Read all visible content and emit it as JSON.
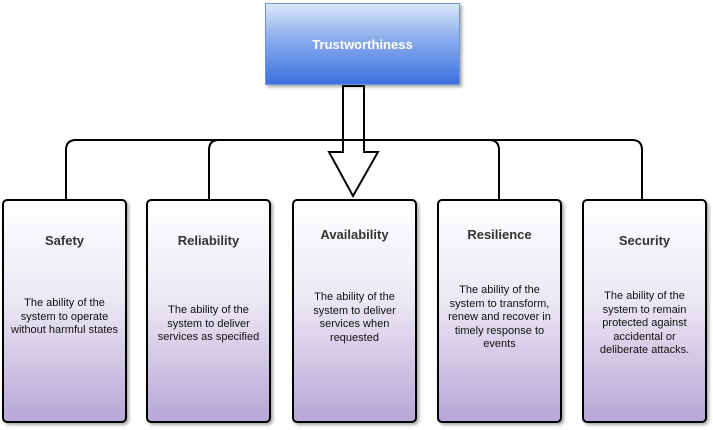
{
  "root": {
    "label": "Trustworthiness"
  },
  "cards": [
    {
      "title": "Safety",
      "description": "The ability of the system to operate without harmful states"
    },
    {
      "title": "Reliability",
      "description": "The ability of the system to deliver services as specified"
    },
    {
      "title": "Availability",
      "description": "The ability of the system to deliver services when requested"
    },
    {
      "title": "Resilience",
      "description": "The ability of the system to transform, renew and recover in timely response to events"
    },
    {
      "title": "Security",
      "description": "The ability of the system to remain protected against accidental or deliberate attacks."
    }
  ]
}
